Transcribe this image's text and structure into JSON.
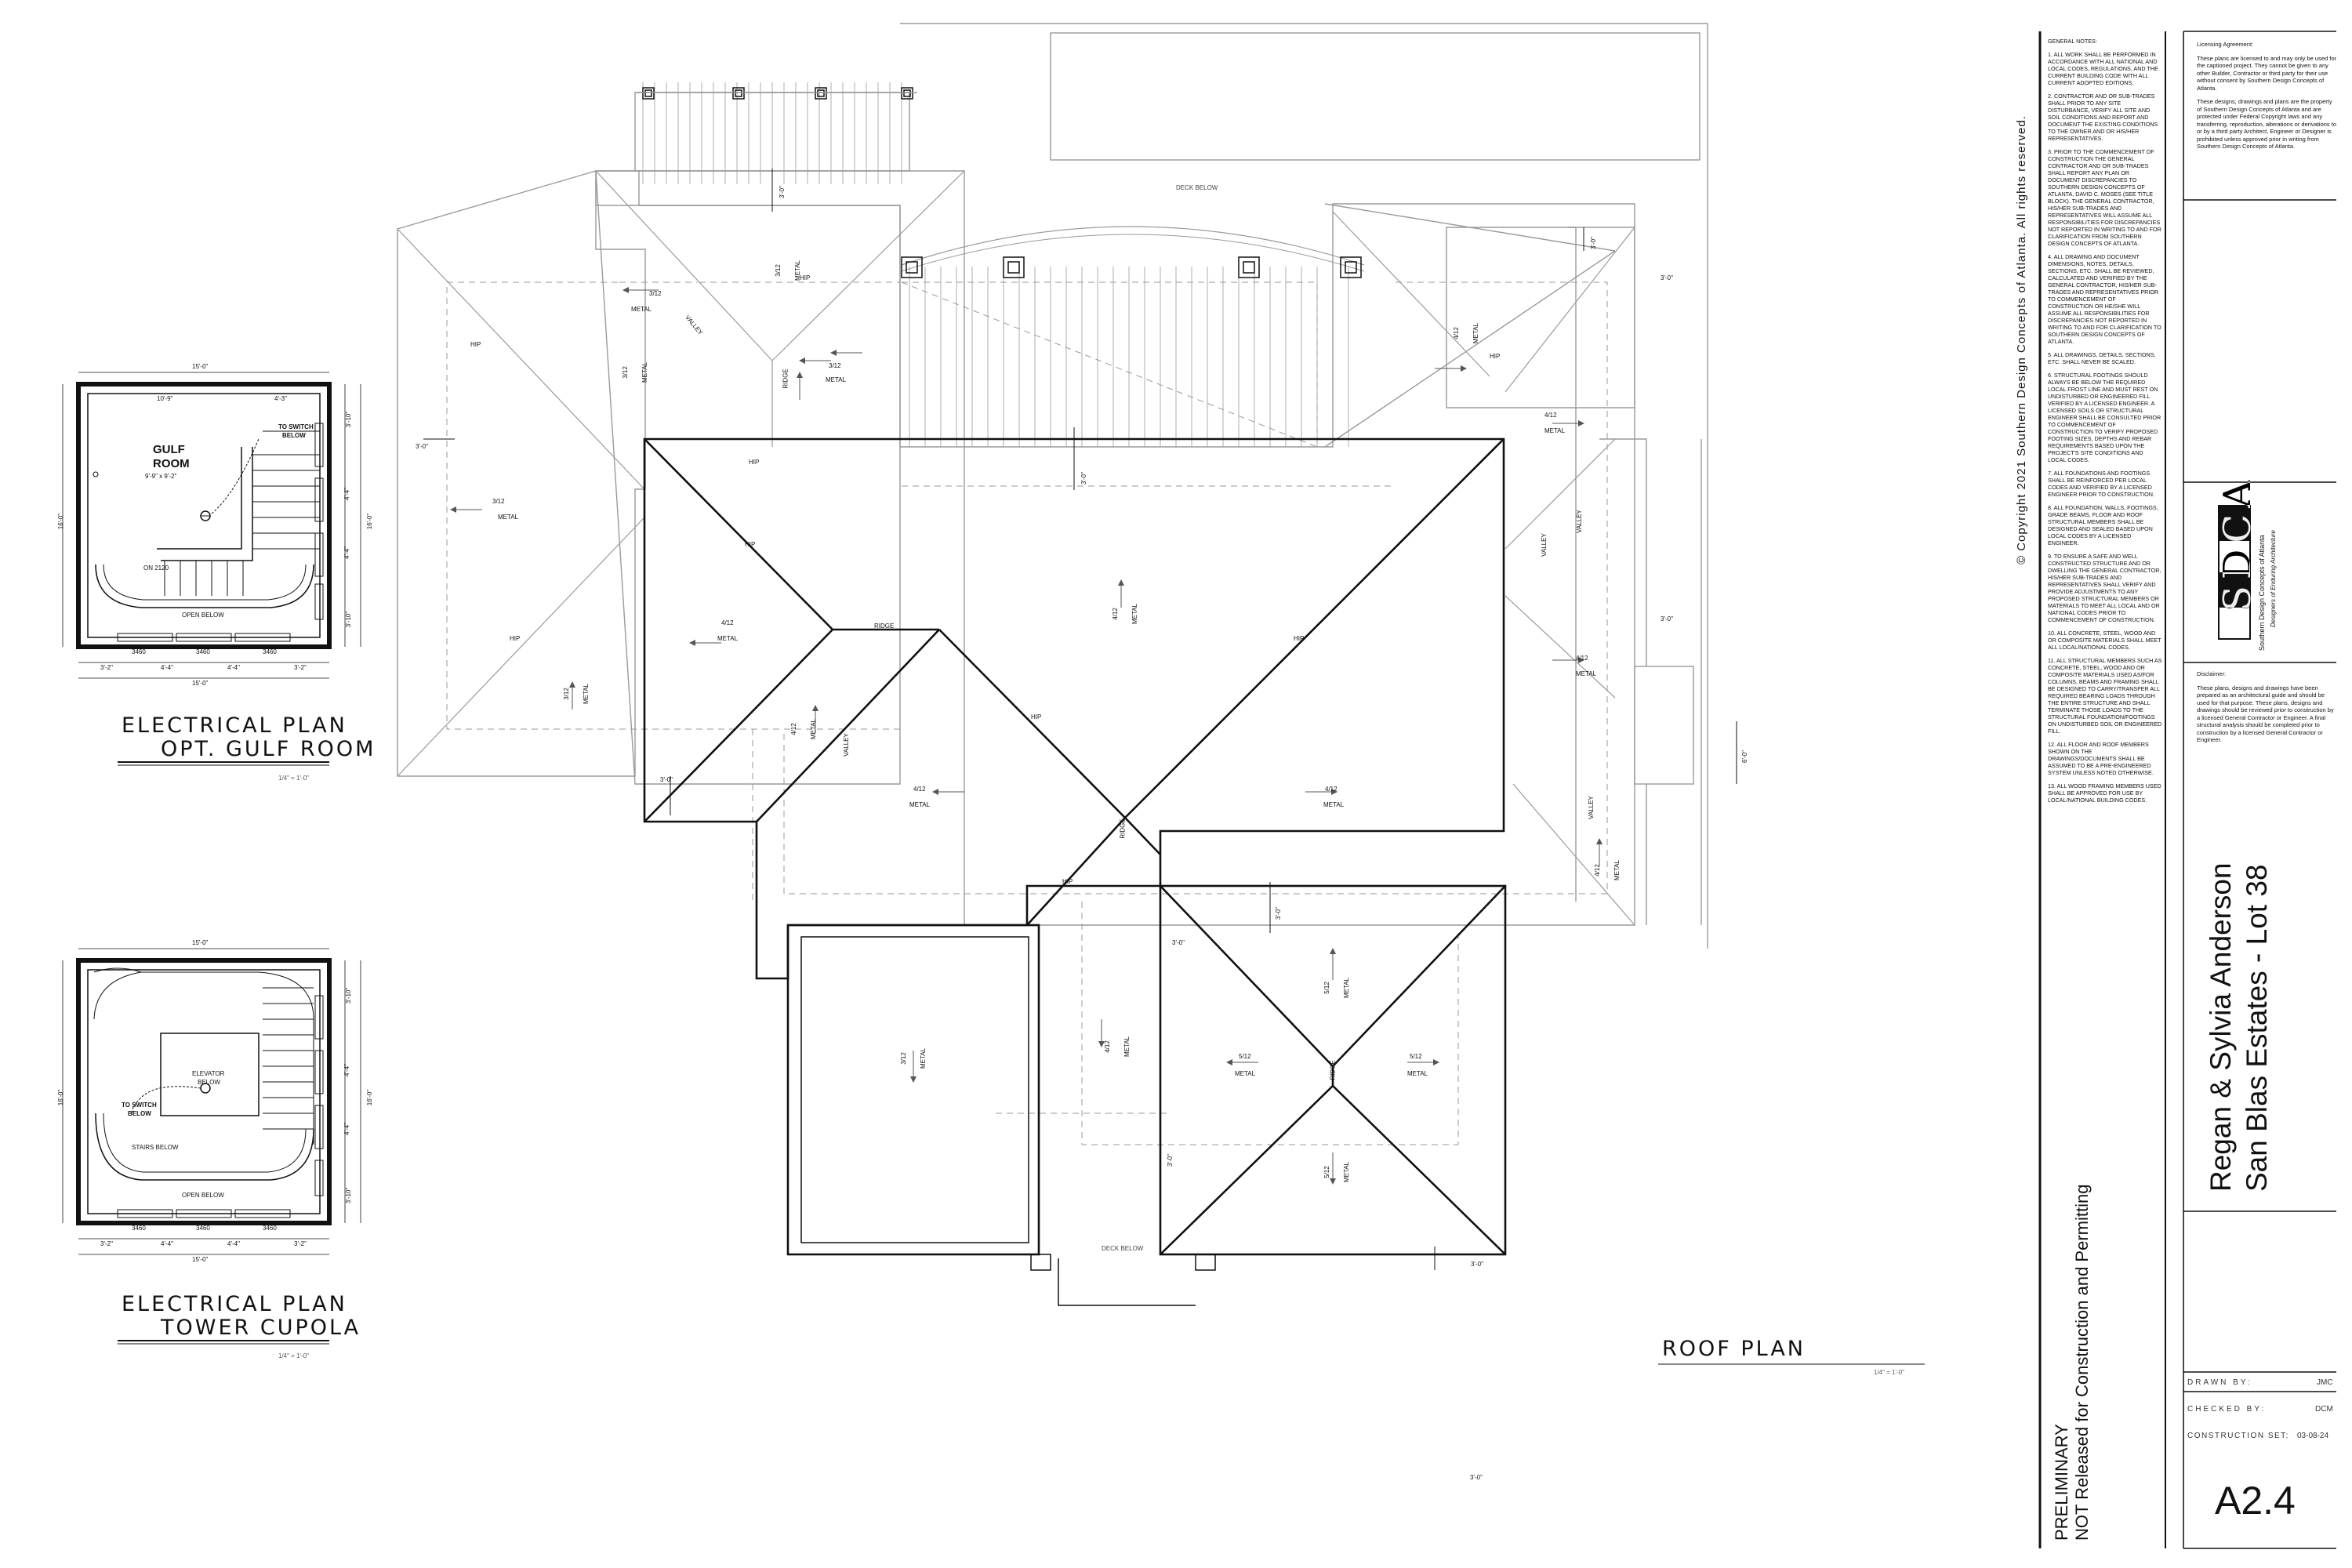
{
  "notes": {
    "heading": "GENERAL NOTES:",
    "items": [
      "1. ALL WORK SHALL BE PERFORMED IN ACCORDANCE WITH ALL NATIONAL AND LOCAL CODES, REGULATIONS, AND THE CURRENT BUILDING CODE WITH ALL CURRENT ADOPTED EDITIONS.",
      "2. CONTRACTOR AND OR SUB-TRADES SHALL PRIOR TO ANY SITE DISTURBANCE, VERIFY ALL SITE AND SOIL CONDITIONS AND REPORT AND DOCUMENT THE EXISTING CONDITIONS TO THE OWNER AND OR HIS/HER REPRESENTATIVES.",
      "3. PRIOR TO THE COMMENCEMENT OF CONSTRUCTION THE GENERAL CONTRACTOR AND OR SUB-TRADES SHALL REPORT ANY PLAN OR DOCUMENT DISCREPANCIES TO SOUTHERN DESIGN CONCEPTS OF ATLANTA, DAVID C. MOSES (SEE TITLE BLOCK). THE GENERAL CONTRACTOR, HIS/HER SUB-TRADES AND REPRESENTATIVES WILL ASSUME ALL RESPONSIBILITIES FOR DISCREPANCIES NOT REPORTED IN WRITING TO AND FOR CLARIFICATION FROM SOUTHERN DESIGN CONCEPTS OF ATLANTA.",
      "4. ALL DRAWING AND DOCUMENT DIMENSIONS, NOTES, DETAILS, SECTIONS, ETC. SHALL BE REVIEWED, CALCULATED AND VERIFIED BY THE GENERAL CONTRACTOR, HIS/HER SUB-TRADES AND REPRESENTATIVES PRIOR TO COMMENCEMENT OF CONSTRUCTION OR HE/SHE WILL ASSUME ALL RESPONSIBILITIES FOR DISCREPANCIES NOT REPORTED IN WRITING TO AND FOR CLARIFICATION TO SOUTHERN DESIGN CONCEPTS OF ATLANTA.",
      "5. ALL DRAWINGS, DETAILS, SECTIONS, ETC. SHALL NEVER BE SCALED.",
      "6. STRUCTURAL FOOTINGS SHOULD ALWAYS BE BELOW THE REQUIRED LOCAL FROST LINE AND MUST REST ON UNDISTURBED OR ENGINEERED FILL VERIFIED BY A LICENSED ENGINEER. A LICENSED SOILS OR STRUCTURAL ENGINEER SHALL BE CONSULTED PRIOR TO COMMENCEMENT OF CONSTRUCTION TO VERIFY PROPOSED FOOTING SIZES, DEPTHS AND REBAR REQUIREMENTS BASED UPON THE PROJECT'S SITE CONDITIONS AND LOCAL CODES.",
      "7. ALL FOUNDATIONS AND FOOTINGS SHALL BE REINFORCED PER LOCAL CODES AND VERIFIED BY A LICENSED ENGINEER PRIOR TO CONSTRUCTION.",
      "8. ALL FOUNDATION, WALLS, FOOTINGS, GRADE BEAMS, FLOOR AND ROOF STRUCTURAL MEMBERS SHALL BE DESIGNED AND SEALED BASED UPON LOCAL CODES BY A LICENSED ENGINEER.",
      "9. TO ENSURE A SAFE AND WELL CONSTRUCTED STRUCTURE AND OR DWELLING THE GENERAL CONTRACTOR, HIS/HER SUB-TRADES AND REPRESENTATIVES SHALL VERIFY AND PROVIDE ADJUSTMENTS TO ANY PROPOSED STRUCTURAL MEMBERS OR MATERIALS TO MEET ALL LOCAL AND OR NATIONAL CODES PRIOR TO COMMENCEMENT OF CONSTRUCTION.",
      "10. ALL CONCRETE, STEEL, WOOD AND OR COMPOSITE MATERIALS SHALL MEET ALL LOCAL/NATIONAL CODES.",
      "11. ALL STRUCTURAL MEMBERS SUCH AS CONCRETE, STEEL, WOOD AND OR COMPOSITE MATERIALS USED AS/FOR COLUMNS, BEAMS AND FRAMING SHALL BE DESIGNED TO CARRY/TRANSFER ALL REQUIRED BEARING LOADS THROUGH THE ENTIRE STRUCTURE AND SHALL TERMINATE THOSE LOADS TO THE STRUCTURAL FOUNDATION/FOOTINGS ON UNDISTURBED SOIL OR ENGINEERED FILL.",
      "12. ALL FLOOR AND ROOF MEMBERS SHOWN ON THE DRAWINGS/DOCUMENTS SHALL BE ASSUMED TO BE A PRE-ENGINEERED SYSTEM UNLESS NOTED OTHERWISE.",
      "13. ALL WOOD FRAMING MEMBERS USED SHALL BE APPROVED FOR USE BY LOCAL/NATIONAL BUILDING CODES."
    ]
  },
  "copyright": "© Copyright 2021 Southern Design Concepts of Atlanta. All rights reserved.",
  "status": {
    "line1": "PRELIMINARY",
    "line2": "NOT Released for Construction and Permitting"
  },
  "licensing": {
    "heading": "Licensing Agreement:",
    "p1": "These plans are licensed to and may only be used for the captioned project. They cannot be given to any other Builder, Contractor or third party for their use without consent by Southern Design Concepts of Atlanta.",
    "p2": "These designs, drawings and plans are the property of Southern Design Concepts of Atlanta and are protected under Federal Copyright laws and any transferring, reproduction, alterations or derivations to or by a third party Architect, Engineer or Designer is prohibited unless approved prior in writing from Southern Design Concepts of Atlanta."
  },
  "logo": {
    "mark": "SDCA",
    "line1": "Southern Design Concepts of Atlanta",
    "line2": "Designers of Enduring Architecture"
  },
  "disclaimer": {
    "heading": "Disclaimer:",
    "text": "These plans, designs and drawings have been prepared as an architectural guide and should be used for that purpose. These plans, designs and drawings should be reviewed prior to construction by a licensed General Contractor or Engineer. A final structural analysis should be completed prior to construction by a licensed General Contractor or Engineer."
  },
  "project": {
    "client": "Regan & Sylvia Anderson",
    "site": "San Blas Estates - Lot 38"
  },
  "titleblock": {
    "drawn_label": "DRAWN BY:",
    "drawn_val": "JMC",
    "checked_label": "CHECKED BY:",
    "checked_val": "DCM",
    "set_label": "CONSTRUCTION SET:",
    "set_val": "03-08-24",
    "sheet": "A2.4"
  },
  "plans": {
    "gulf_title_1": "ELECTRICAL PLAN",
    "gulf_title_2": "OPT. GULF ROOM",
    "gulf_scale": "1/4\" = 1'-0\"",
    "cupola_title_1": "ELECTRICAL PLAN",
    "cupola_title_2": "TOWER CUPOLA",
    "cupola_scale": "1/4\" = 1'-0\"",
    "roof_title": "ROOF PLAN",
    "roof_scale": "1/4\" = 1'-0\""
  },
  "gulf_room": {
    "room_name_1": "GULF",
    "room_name_2": "ROOM",
    "room_size": "9'-9\" x 9'-2\"",
    "to_switch": "TO SWITCH",
    "below": "BELOW",
    "on_2120": "ON 2120",
    "open_below": "OPEN BELOW",
    "dim_top": "15'-0\"",
    "dim_inner": "10'-9\"",
    "dim_inner2": "4'-3\"",
    "dim_side": "16'-0\"",
    "dim_bottom": "15'-0\"",
    "dims_bottom": [
      "3'-2\"",
      "4'-4\"",
      "4'-4\"",
      "3'-2\""
    ],
    "windows": [
      "3460",
      "3460",
      "3460"
    ],
    "dims_right": [
      "3'-10\"",
      "4'-4\"",
      "4'-4\"",
      "3'-10\""
    ]
  },
  "cupola": {
    "elevator": "ELEVATOR",
    "elevator_below": "BELOW",
    "to_switch": "TO SWITCH",
    "below": "BELOW",
    "stairs_below": "STAIRS BELOW",
    "open_below": "OPEN BELOW",
    "dim_top": "15'-0\"",
    "dim_side": "16'-0\"",
    "dim_bottom": "15'-0\"",
    "dims_bottom": [
      "3'-2\"",
      "4'-4\"",
      "4'-4\"",
      "3'-2\""
    ],
    "windows": [
      "3460",
      "3460",
      "3460"
    ],
    "dims_right": [
      "3'-10\"",
      "4'-4\"",
      "4'-4\"",
      "3'-10\""
    ]
  },
  "roof": {
    "deck_below_top": "DECK BELOW",
    "deck_below_bottom": "DECK BELOW",
    "ridge": "RIDGE",
    "hip": "HIP",
    "valley": "VALLEY",
    "metal": "METAL",
    "overhang": "3'-0\"",
    "pitch_3": "3/12",
    "pitch_4": "4/12",
    "pitch_5": "5/12",
    "dim_6": "6'-0\""
  }
}
